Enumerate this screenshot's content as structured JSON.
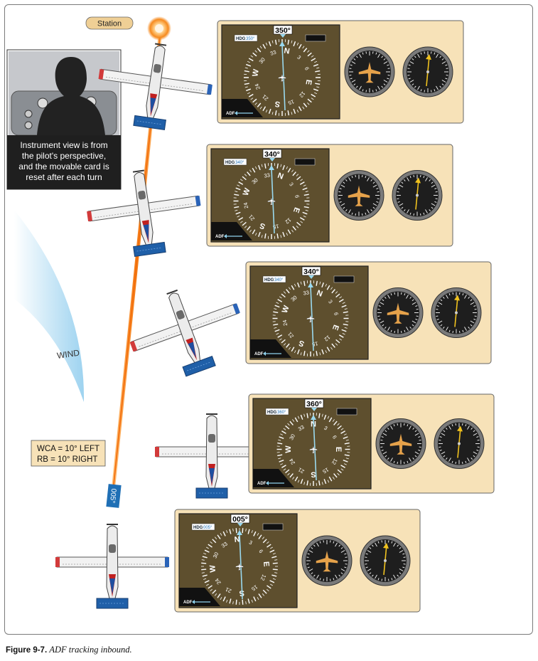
{
  "station_label": "Station",
  "pilot_note": [
    "Instrument view is from",
    "the pilot's perspective,",
    "and the movable card is",
    "reset after each turn"
  ],
  "wind_label": "WIND",
  "wca_lines": [
    "WCA = 10° LEFT",
    "RB = 10° RIGHT"
  ],
  "course_label": "005°",
  "panels": [
    {
      "heading": "350°",
      "hdg_box": "350°",
      "adf": "ADF",
      "hdg_tag": "HDG"
    },
    {
      "heading": "340°",
      "hdg_box": "340°",
      "adf": "ADF",
      "hdg_tag": "HDG"
    },
    {
      "heading": "340°",
      "hdg_box": "340°",
      "adf": "ADF",
      "hdg_tag": "HDG"
    },
    {
      "heading": "360°",
      "hdg_box": "360°",
      "adf": "ADF",
      "hdg_tag": "HDG"
    },
    {
      "heading": "005°",
      "hdg_box": "005°",
      "adf": "ADF",
      "hdg_tag": "HDG"
    }
  ],
  "compass_letters": [
    "N",
    "E",
    "S",
    "W"
  ],
  "compass_numbers": [
    "3",
    "6",
    "12",
    "15",
    "21",
    "24",
    "30",
    "33"
  ],
  "figure_number": "Figure 9-7.",
  "figure_title": "ADF tracking inbound.",
  "colors": {
    "panel_bg": "#f7e2b8",
    "hsi_bg": "#5e4f2e",
    "course_line": "#f59a3a",
    "wind": "#9fd3ee",
    "aircraft_tail": "#1f5fa8"
  }
}
